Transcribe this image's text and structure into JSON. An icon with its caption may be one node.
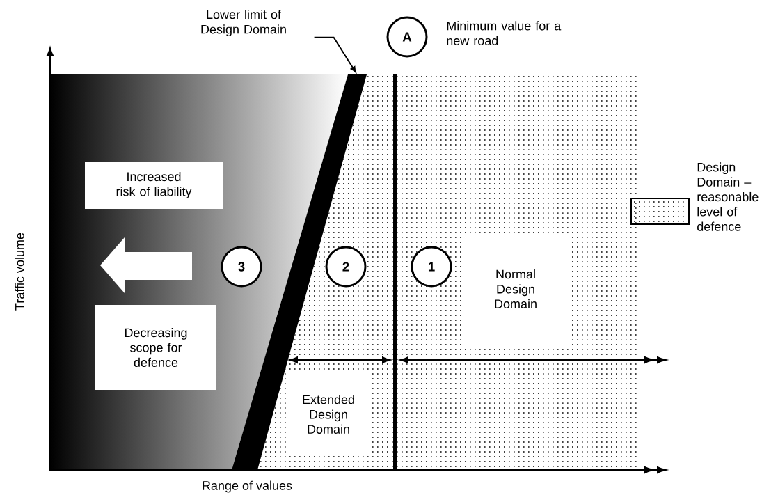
{
  "diagram": {
    "nodes": [
      {
        "text": [
          "Lower limit of Design Domain"
        ]
      },
      {
        "text": [],
        "shape": "bar"
      },
      {
        "text": [
          "A"
        ],
        "beside": [
          "Minimum value for a new road"
        ]
      },
      {
        "text": [
          "Increased risk of liability"
        ]
      },
      {
        "text": [
          "3"
        ]
      },
      {
        "text": [
          "2"
        ]
      },
      {
        "text": [
          "1"
        ]
      },
      {
        "text": [
          "Normal Design Domain"
        ]
      },
      {
        "text": [
          "Decreasing scope for defence"
        ]
      },
      {
        "text": [
          "Extended Design Domain"
        ]
      }
    ],
    "edges": [
      {
        "from": 0,
        "to": 1,
        "arrow": "to"
      }
    ],
    "labels": [
      "Traffic volume",
      "Range of values"
    ],
    "legend": [
      {
        "text": "Design Domain – reasonable level of defence"
      }
    ]
  }
}
